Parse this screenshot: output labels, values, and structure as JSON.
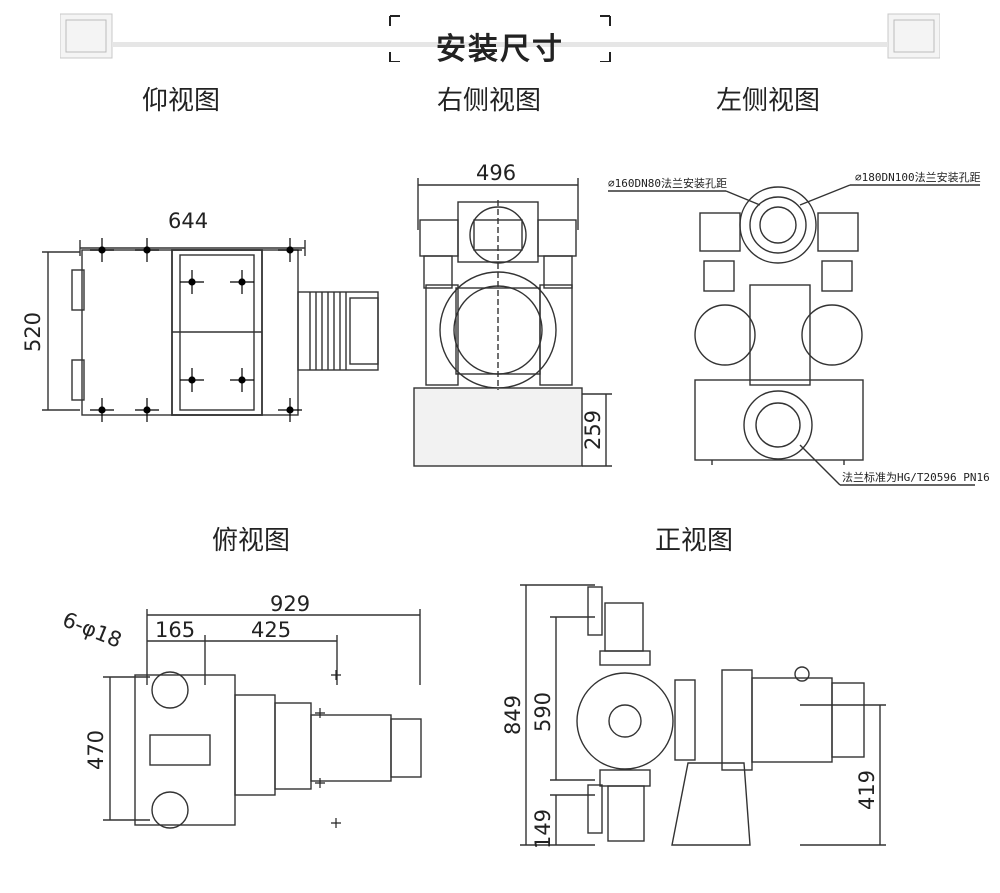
{
  "header": {
    "title": "安装尺寸"
  },
  "views": {
    "bottom": {
      "label": "仰视图",
      "dims": {
        "width": "644",
        "height": "520"
      }
    },
    "right": {
      "label": "右侧视图",
      "dims": {
        "width": "496",
        "base": "259"
      }
    },
    "left": {
      "label": "左侧视图",
      "notes": {
        "flange_small": "⌀160DN80法兰安装孔距",
        "flange_large": "⌀180DN100法兰安装孔距",
        "standard": "法兰标准为HG/T20596 PN16"
      }
    },
    "top": {
      "label": "俯视图",
      "dims": {
        "total": "929",
        "a": "165",
        "b": "425",
        "depth": "470",
        "holes": "6-φ18"
      }
    },
    "front": {
      "label": "正视图",
      "dims": {
        "height": "849",
        "mid": "590",
        "low": "149",
        "motor": "419"
      }
    }
  }
}
